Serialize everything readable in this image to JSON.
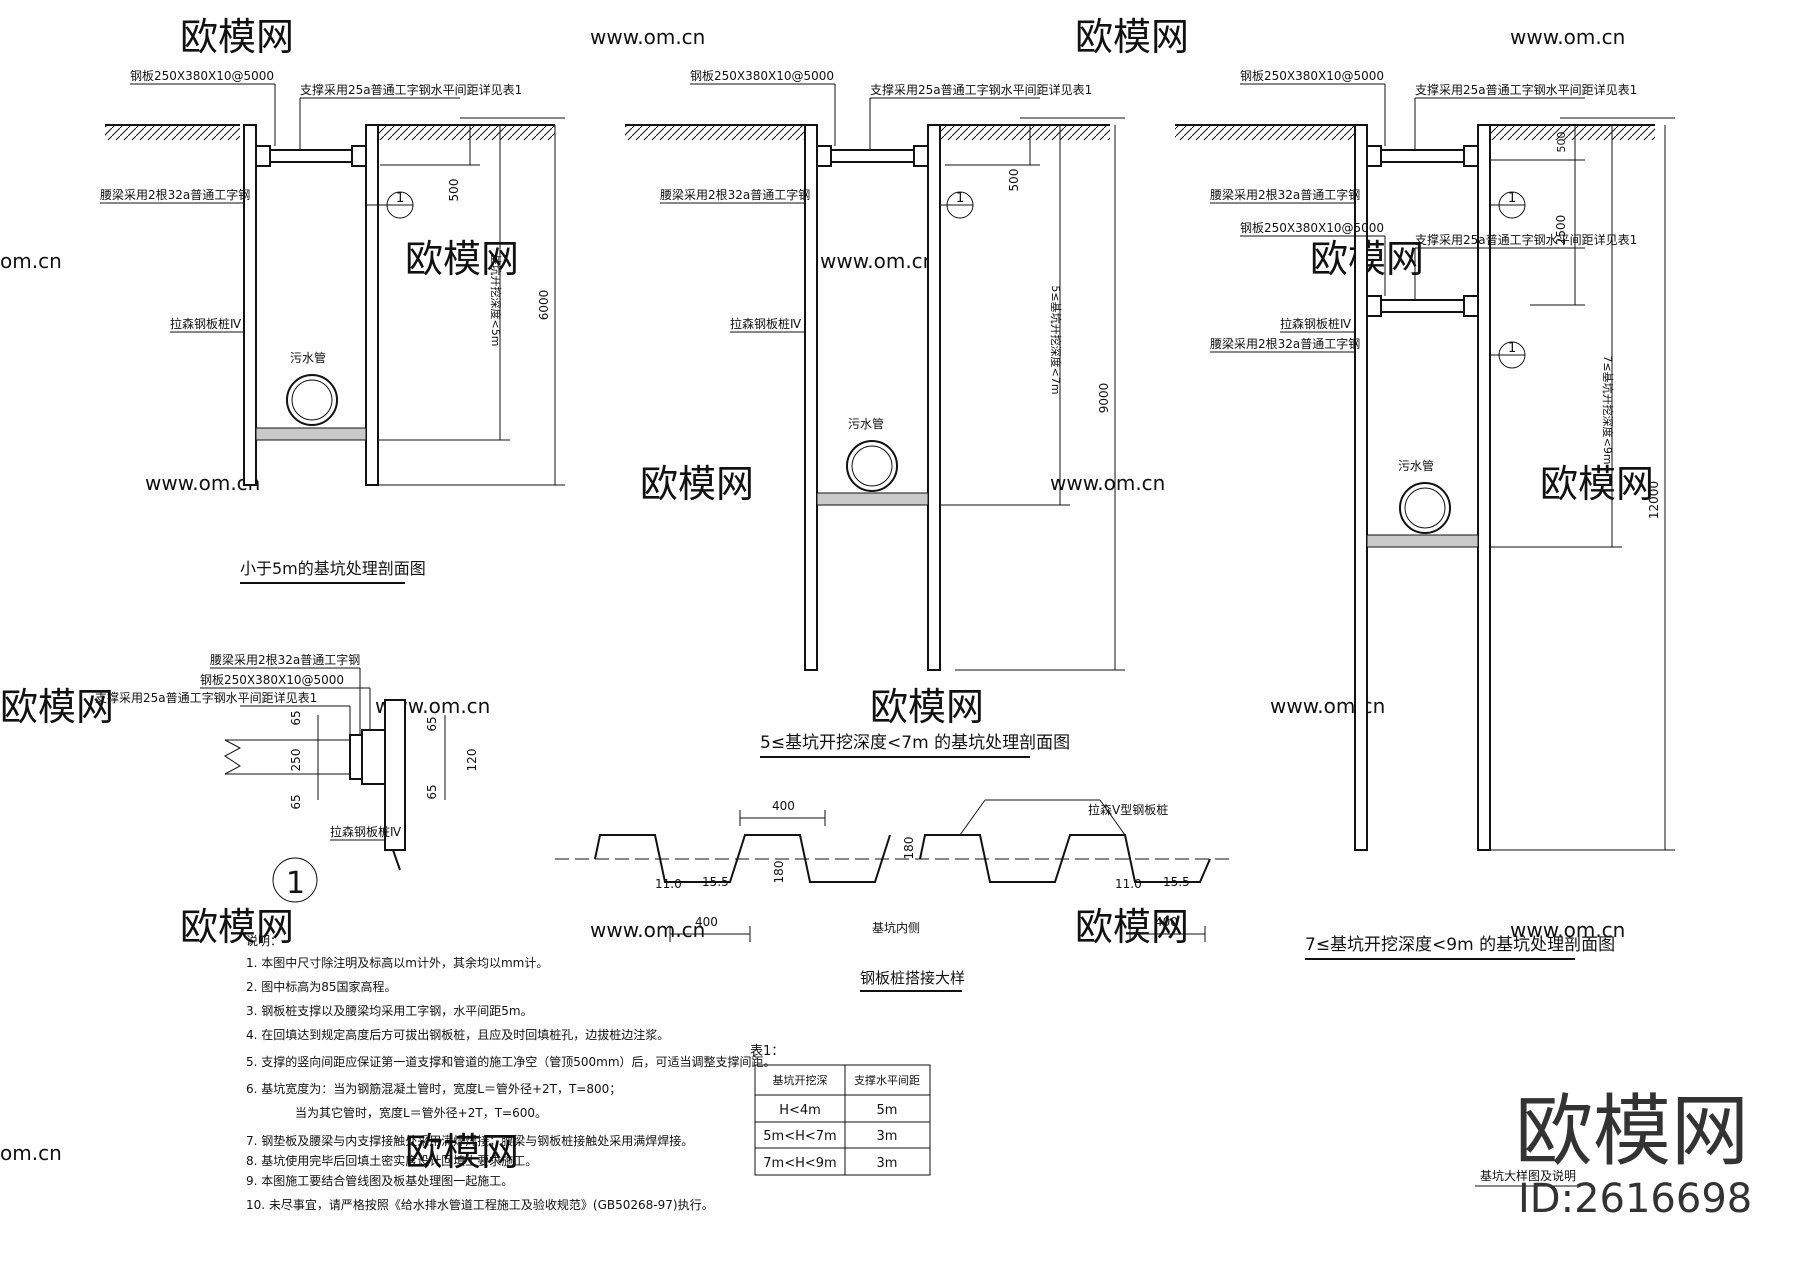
{
  "watermark": {
    "brand": "欧模网",
    "site": "www.om.cn",
    "site_short": "om.cn",
    "big_brand": "欧模网",
    "id": "ID:2616698"
  },
  "sections": [
    {
      "title": "小于5m的基坑处理剖面图",
      "labels": {
        "plate": "钢板250X380X10@5000",
        "support": "支撑采用25a普通工字钢水平间距详见表1",
        "waler": "腰梁采用2根32a普通工字钢",
        "pile": "拉森钢板桩Ⅳ",
        "pipe": "污水管",
        "depth": "基坑开挖深度<5m",
        "dim_top": "500",
        "dim_total": "6000",
        "callout": "1"
      }
    },
    {
      "title": "5≤基坑开挖深度<7m 的基坑处理剖面图",
      "labels": {
        "plate": "钢板250X380X10@5000",
        "support": "支撑采用25a普通工字钢水平间距详见表1",
        "waler": "腰梁采用2根32a普通工字钢",
        "pile": "拉森钢板桩Ⅳ",
        "pipe": "污水管",
        "depth": "5≤基坑开挖深度<7m",
        "dim_top": "500",
        "dim_total": "9000",
        "callout": "1"
      }
    },
    {
      "title": "7≤基坑开挖深度<9m 的基坑处理剖面图",
      "labels": {
        "plate": "钢板250X380X10@5000",
        "support": "支撑采用25a普通工字钢水平间距详见表1",
        "waler": "腰梁采用2根32a普通工字钢",
        "plate2": "钢板250X380X10@5000",
        "support2": "支撑采用25a普通工字钢水平间距详见表1",
        "pile": "拉森钢板桩Ⅳ",
        "waler2": "腰梁采用2根32a普通工字钢",
        "pipe": "污水管",
        "depth": "7≤基坑开挖深度<9m",
        "dim_top": "500",
        "dim_mid": "2500",
        "dim_total": "12000",
        "callout": "1"
      }
    }
  ],
  "detail1": {
    "waler": "腰梁采用2根32a普通工字钢",
    "plate": "钢板250X380X10@5000",
    "support": "支撑采用25a普通工字钢水平间距详见表1",
    "pile": "拉森钢板桩Ⅳ",
    "dims": [
      "65",
      "250",
      "65",
      "65",
      "120",
      "65"
    ],
    "callout": "1"
  },
  "pile_detail": {
    "title": "钢板桩搭接大样",
    "label_type": "拉森Ⅴ型钢板桩",
    "label_inside": "基坑内侧",
    "dims": [
      "400",
      "400",
      "400",
      "180",
      "180",
      "11.0",
      "15.5",
      "11.0",
      "15.5"
    ]
  },
  "notes": {
    "title": "说明：",
    "items": [
      "1. 本图中尺寸除注明及标高以m计外，其余均以mm计。",
      "2. 图中标高为85国家高程。",
      "3. 钢板桩支撑以及腰梁均采用工字钢，水平间距5m。",
      "4. 在回填达到规定高度后方可拔出钢板桩，且应及时回填桩孔，边拔桩边注浆。",
      "5. 支撑的竖向间距应保证第一道支撑和管道的施工净空（管顶500mm）后，可适当调整支撑间距。",
      "6. 基坑宽度为：当为钢筋混凝土管时，宽度L＝管外径+2T，T=800；",
      "当为其它管时，宽度L＝管外径+2T，T=600。",
      "7. 钢垫板及腰梁与内支撑接触处采用满焊焊接；腰梁与钢板桩接触处采用满焊焊接。",
      "8. 基坑使用完毕后回填土密实度设计回填土要求施工。",
      "9. 本图施工要结合管线图及板基处理图一起施工。",
      "10. 未尽事宜，请严格按照《给水排水管道工程施工及验收规范》(GB50268-97)执行。"
    ]
  },
  "table1": {
    "caption": "表1：",
    "headers": [
      "基坑开挖深",
      "支撑水平间距"
    ],
    "rows": [
      [
        "H<4m",
        "5m"
      ],
      [
        "5m<H<7m",
        "3m"
      ],
      [
        "7m<H<9m",
        "3m"
      ]
    ]
  },
  "bottom_right_label": "基坑大样图及说明"
}
